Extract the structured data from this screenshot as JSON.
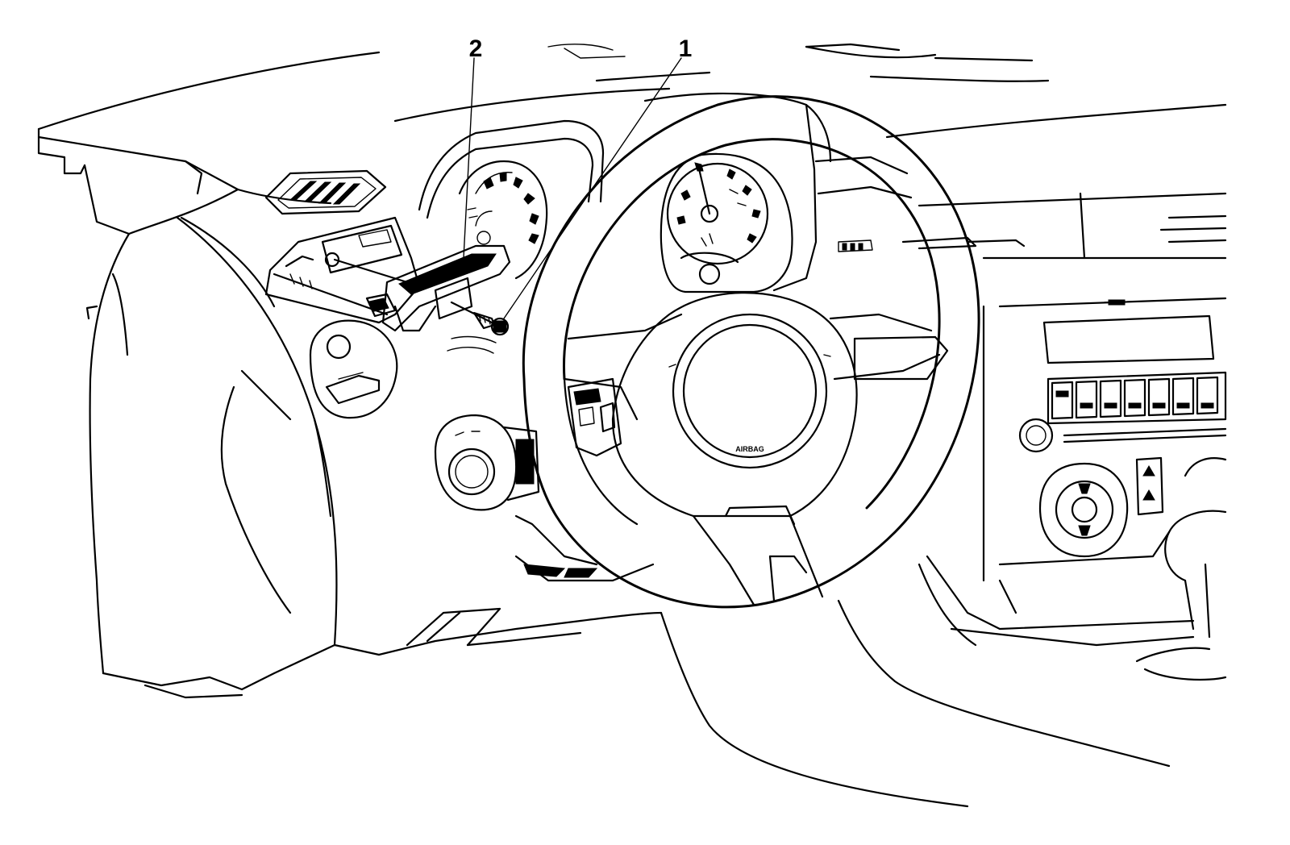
{
  "callouts": {
    "one": "1",
    "two": "2"
  },
  "airbag_label": "AIRBAG",
  "colors": {
    "line": "#000000",
    "background": "#ffffff"
  }
}
